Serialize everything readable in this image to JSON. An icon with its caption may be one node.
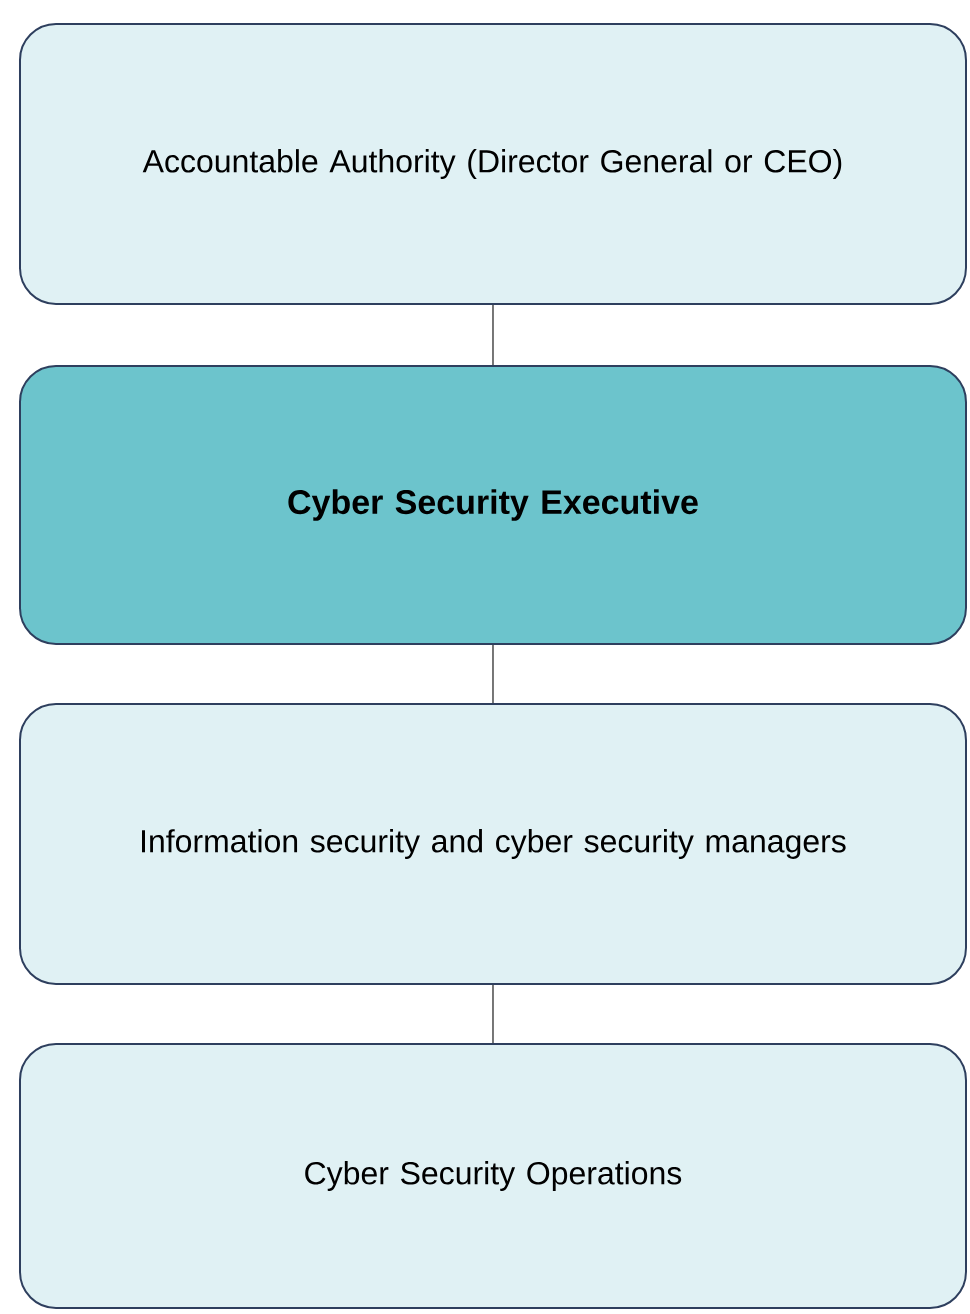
{
  "diagram": {
    "nodes": [
      {
        "text": [
          "Accountable Authority (Director General or CEO)"
        ]
      },
      {
        "text": [
          "Cyber Security Executive"
        ]
      },
      {
        "text": [
          "Information security and cyber security managers"
        ]
      },
      {
        "text": [
          "Cyber Security Operations"
        ]
      }
    ],
    "edges": [
      {
        "from": 0,
        "to": 1,
        "arrow": "none"
      },
      {
        "from": 1,
        "to": 2,
        "arrow": "none"
      },
      {
        "from": 2,
        "to": 3,
        "arrow": "none"
      }
    ]
  }
}
